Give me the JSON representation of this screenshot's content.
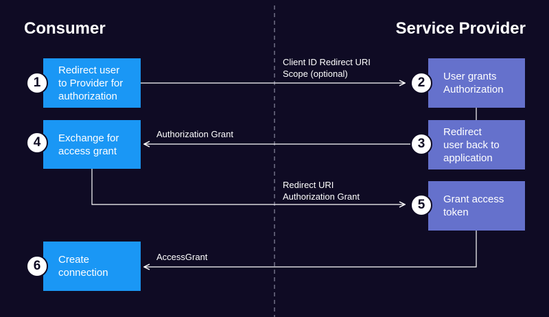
{
  "headings": {
    "consumer": "Consumer",
    "provider": "Service Provider"
  },
  "steps": [
    {
      "number": "1",
      "text": "Redirect user\nto Provider for\nauthorization",
      "side": "consumer"
    },
    {
      "number": "2",
      "text": "User grants\nAuthorization",
      "side": "provider"
    },
    {
      "number": "3",
      "text": "Redirect\nuser back to\napplication",
      "side": "provider"
    },
    {
      "number": "4",
      "text": "Exchange for\naccess grant",
      "side": "consumer"
    },
    {
      "number": "5",
      "text": "Grant access\ntoken",
      "side": "provider"
    },
    {
      "number": "6",
      "text": "Create\nconnection",
      "side": "consumer"
    }
  ],
  "arrow_labels": {
    "step1_to_2": "Client ID Redirect URI\nScope (optional)",
    "step3_to_4": "Authorization Grant",
    "step4_to_5": "Redirect URI\nAuthorization Grant",
    "step5_to_6": "AccessGrant"
  },
  "colors": {
    "background": "#0f0b24",
    "consumer_box": "#1a97f5",
    "provider_box": "#6571cc",
    "line": "#ffffff",
    "divider": "#8a8aa0"
  }
}
